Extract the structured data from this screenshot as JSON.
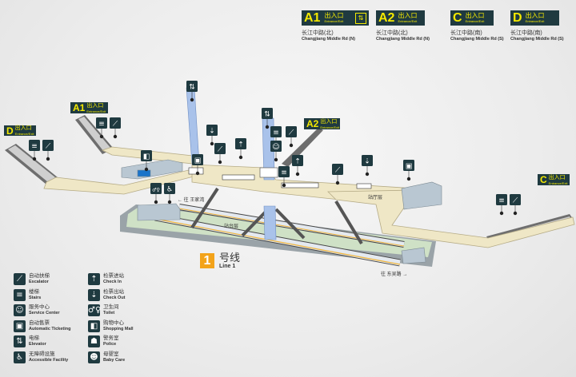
{
  "top_exits": [
    {
      "code": "A1",
      "zh": "出入口",
      "en": "Entrance/Exit",
      "road_zh": "长江中路(北)",
      "road_en": "Changjiang Middle Rd (N)",
      "has_elevator": true
    },
    {
      "code": "A2",
      "zh": "出入口",
      "en": "Entrance/Exit",
      "road_zh": "长江中路(北)",
      "road_en": "Changjiang Middle Rd (N)"
    },
    {
      "code": "C",
      "zh": "出入口",
      "en": "Entrance/Exit",
      "road_zh": "长江中路(南)",
      "road_en": "Changjiang Middle Rd (S)"
    },
    {
      "code": "D",
      "zh": "出入口",
      "en": "Entrance/Exit",
      "road_zh": "长江中路(南)",
      "road_en": "Changjiang Middle Rd (S)"
    }
  ],
  "map_exits": {
    "a1": {
      "code": "A1",
      "zh": "出入口",
      "en": "Entrance/Exit"
    },
    "d": {
      "code": "D",
      "zh": "出入口",
      "en": "Entrance/Exit"
    },
    "a2": {
      "code": "A2",
      "zh": "出入口",
      "en": "Entrance/Exit"
    },
    "c": {
      "code": "C",
      "zh": "出入口",
      "en": "Entrance/Exit"
    }
  },
  "labels": {
    "concourse": "站厅层",
    "platform": "站台层",
    "dir_left": "← 往 王家湾",
    "dir_right": "往 东吴路 →"
  },
  "line": {
    "number": "1",
    "zh": "号线",
    "en": "Line 1",
    "color": "#f3a31a"
  },
  "colors": {
    "sign_bg": "#1f3a40",
    "sign_text": "#f4e900",
    "concourse": "#efe7c6",
    "platform": "#cfe1c6",
    "elevator": "#a9c2ea"
  },
  "legend": {
    "items": [
      {
        "icon": "escalator-icon",
        "glyph": "⟋",
        "zh": "自动扶梯",
        "en": "Escalator"
      },
      {
        "icon": "stairs-icon",
        "glyph": "≡",
        "zh": "楼梯",
        "en": "Stairs"
      },
      {
        "icon": "service-center-icon",
        "glyph": "☺",
        "zh": "服务中心",
        "en": "Service Center"
      },
      {
        "icon": "ticket-machine-icon",
        "glyph": "▣",
        "zh": "自动售票",
        "en": "Automatic Ticketing"
      },
      {
        "icon": "elevator-icon",
        "glyph": "⇅",
        "zh": "电梯",
        "en": "Elevator"
      },
      {
        "icon": "accessible-icon",
        "glyph": "♿",
        "zh": "无障碍设施",
        "en": "Accessible Facility"
      },
      {
        "icon": "check-in-icon",
        "glyph": "⇡",
        "zh": "检票进站",
        "en": "Check In"
      },
      {
        "icon": "check-out-icon",
        "glyph": "⇣",
        "zh": "检票出站",
        "en": "Check Out"
      },
      {
        "icon": "toilet-icon",
        "glyph": "♂♀",
        "zh": "卫生间",
        "en": "Toilet"
      },
      {
        "icon": "shopping-mall-icon",
        "glyph": "◧",
        "zh": "购物中心",
        "en": "Shopping Mall"
      },
      {
        "icon": "police-icon",
        "glyph": "☗",
        "zh": "警务室",
        "en": "Police"
      },
      {
        "icon": "baby-care-icon",
        "glyph": "☻",
        "zh": "母婴室",
        "en": "Baby Care"
      }
    ]
  }
}
